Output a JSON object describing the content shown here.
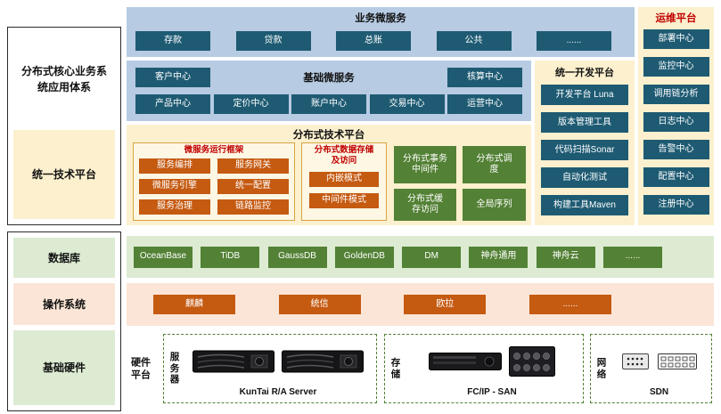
{
  "colors": {
    "dark_blue_box": "#1E5B73",
    "orange_box": "#C55A11",
    "dark_green_box": "#538135",
    "light_blue_bg": "#B7CBE3",
    "cream_bg": "#FCF0CE",
    "light_green_bg": "#DCEBD2",
    "peach_bg": "#FBE5D6",
    "red_title": "#C00000",
    "dashed_border_green": "#538135"
  },
  "left_panel": {
    "upper": {
      "app_system_label": "分布式核心业务系统应用体系",
      "tech_platform_label": "统一技术平台"
    },
    "lower": {
      "database_label": "数据库",
      "os_label": "操作系统",
      "hardware_label": "基础硬件"
    }
  },
  "business_microservices": {
    "title": "业务微服务",
    "items": [
      "存款",
      "贷款",
      "总账",
      "公共",
      "......"
    ]
  },
  "basic_microservices": {
    "title": "基础微服务",
    "row1": [
      "客户中心",
      "核算中心"
    ],
    "row2": [
      "产品中心",
      "定价中心",
      "账户中心",
      "交易中心",
      "运营中心"
    ]
  },
  "dev_platform": {
    "title": "统一开发平台",
    "items": [
      "开发平台 Luna",
      "版本管理工具",
      "代码扫描Sonar",
      "自动化测试",
      "构建工具Maven"
    ]
  },
  "ops_platform": {
    "title": "运维平台",
    "items": [
      "部署中心",
      "监控中心",
      "调用链分析",
      "日志中心",
      "告警中心",
      "配置中心",
      "注册中心"
    ]
  },
  "distributed_tech_platform": {
    "title": "分布式技术平台",
    "runtime_framework": {
      "title": "微服务运行框架",
      "items": [
        "服务编排",
        "服务网关",
        "微服务引擎",
        "统一配置",
        "服务治理",
        "链路监控"
      ]
    },
    "data_storage": {
      "title": "分布式数据存储及访问",
      "items": [
        "内嵌模式",
        "中间件模式"
      ]
    },
    "capabilities": [
      "分布式事务中间件",
      "分布式调度",
      "分布式缓存访问",
      "全局序列"
    ]
  },
  "database_row": {
    "items": [
      "OceanBase",
      "TiDB",
      "GaussDB",
      "GoldenDB",
      "DM",
      "神舟通用",
      "神舟云",
      "......"
    ]
  },
  "os_row": {
    "items": [
      "麒麟",
      "统信",
      "欧拉",
      "......"
    ]
  },
  "hardware_row": {
    "platform_label": "硬件平台",
    "server": {
      "label": "服务器",
      "caption": "KunTai R/A Server"
    },
    "storage": {
      "label": "存储",
      "caption": "FC/IP - SAN"
    },
    "network": {
      "label": "网络",
      "caption": "SDN"
    }
  }
}
